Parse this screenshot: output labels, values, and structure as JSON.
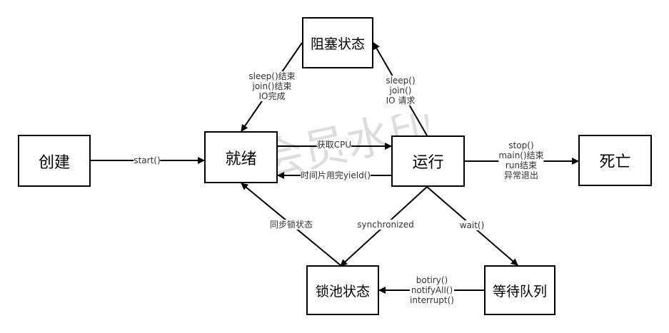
{
  "states": {
    "create": "创建",
    "ready": "就绪",
    "blocked": "阻塞状态",
    "running": "运行",
    "dead": "死亡",
    "lock_pool": "锁池状态",
    "waiting": "等待队列"
  },
  "edges": {
    "start": "start()",
    "get_cpu": "获取CPU",
    "yield": "时间片用完yield()",
    "to_blocked": [
      "sleep()",
      "join()",
      "IO 请求"
    ],
    "from_blocked": [
      "sleep()结束",
      "join()结束",
      "IO完成"
    ],
    "to_dead": [
      "stop()",
      "main()结束",
      "run结束",
      "异常退出"
    ],
    "sync": "synchronized",
    "wait": "wait()",
    "lock_to_ready": "同步锁状态",
    "notify": [
      "botiry()",
      "notifyAll()",
      "interrupt()"
    ]
  },
  "watermark": "非会员水印"
}
